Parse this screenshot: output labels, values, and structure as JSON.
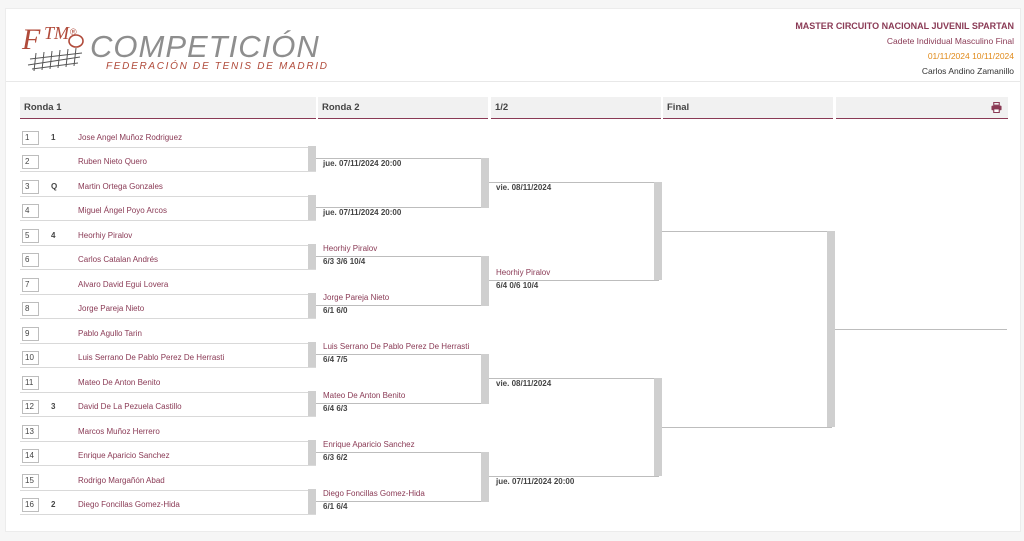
{
  "header": {
    "logo_mark": "FTM",
    "logo_title": "COMPETICIÓN",
    "logo_subtitle": "FEDERACIÓN DE TENIS DE MADRID",
    "tournament": "MASTER CIRCUITO NACIONAL JUVENIL SPARTAN",
    "category": "Cadete Individual Masculino Final",
    "dates": "01/11/2024 10/11/2024",
    "referee": "Carlos Andino Zamanillo"
  },
  "columns": {
    "round1": "Ronda 1",
    "round2": "Ronda 2",
    "semi": "1/2",
    "final": "Final",
    "print_icon": "printer-icon"
  },
  "colors": {
    "accent": "#8a3a55",
    "dates": "#e08a1a",
    "bar": "#cfcfcf"
  },
  "round1": [
    {
      "num": "1",
      "mark": "1",
      "name": "Jose Angel Muñoz Rodriguez"
    },
    {
      "num": "2",
      "mark": "",
      "name": "Ruben Nieto Quero"
    },
    {
      "num": "3",
      "mark": "Q",
      "name": "Martin Ortega Gonzales"
    },
    {
      "num": "4",
      "mark": "",
      "name": "Miguel Ángel Poyo Arcos"
    },
    {
      "num": "5",
      "mark": "4",
      "name": "Heorhiy Piralov"
    },
    {
      "num": "6",
      "mark": "",
      "name": "Carlos Catalan Andrés"
    },
    {
      "num": "7",
      "mark": "",
      "name": "Alvaro David Egui Lovera"
    },
    {
      "num": "8",
      "mark": "",
      "name": "Jorge Pareja Nieto"
    },
    {
      "num": "9",
      "mark": "",
      "name": "Pablo Agullo Tarin"
    },
    {
      "num": "10",
      "mark": "",
      "name": "Luis Serrano De Pablo Perez De Herrasti"
    },
    {
      "num": "11",
      "mark": "",
      "name": "Mateo De Anton Benito"
    },
    {
      "num": "12",
      "mark": "3",
      "name": "David De La Pezuela Castillo"
    },
    {
      "num": "13",
      "mark": "",
      "name": "Marcos Muñoz Herrero"
    },
    {
      "num": "14",
      "mark": "",
      "name": "Enrique Aparicio Sanchez"
    },
    {
      "num": "15",
      "mark": "",
      "name": "Rodrigo Margañón Abad"
    },
    {
      "num": "16",
      "mark": "2",
      "name": "Diego Foncillas Gomez-Hida"
    }
  ],
  "round2": [
    {
      "schedule": "jue. 07/11/2024 20:00"
    },
    {
      "schedule": "jue. 07/11/2024 20:00"
    },
    {
      "winner": "Heorhiy Piralov",
      "score": "6/3 3/6 10/4"
    },
    {
      "winner": "Jorge Pareja Nieto",
      "score": "6/1 6/0"
    },
    {
      "winner": "Luis Serrano De Pablo Perez De Herrasti",
      "score": "6/4 7/5"
    },
    {
      "winner": "Mateo De Anton Benito",
      "score": "6/4 6/3"
    },
    {
      "winner": "Enrique Aparicio Sanchez",
      "score": "6/3 6/2"
    },
    {
      "winner": "Diego Foncillas Gomez-Hida",
      "score": "6/1 6/4"
    }
  ],
  "semis": [
    {
      "schedule": "vie. 08/11/2024"
    },
    {
      "winner": "Heorhiy Piralov",
      "score": "6/4 0/6 10/4"
    },
    {
      "schedule": "vie. 08/11/2024"
    },
    {
      "schedule": "jue. 07/11/2024 20:00"
    }
  ]
}
